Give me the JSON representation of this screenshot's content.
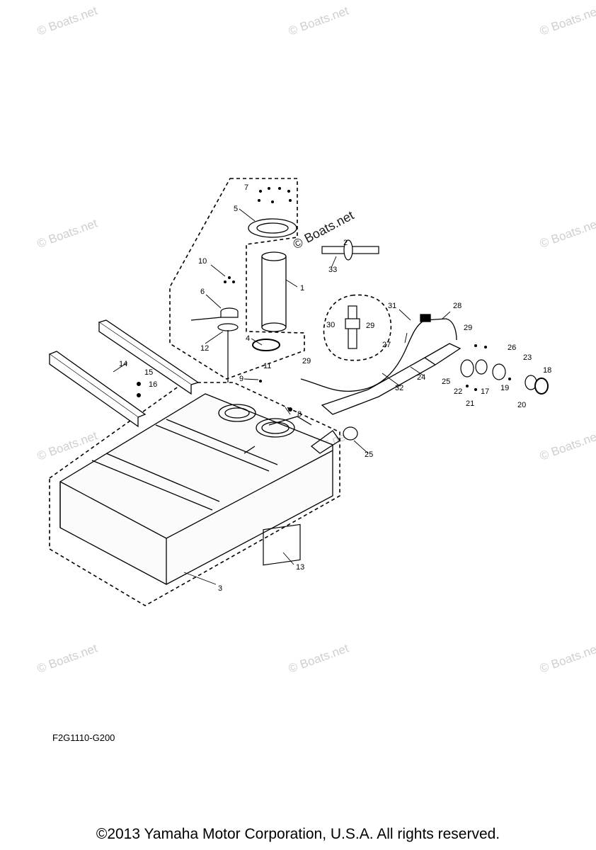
{
  "watermark": "© Boats.net",
  "part_labels": [
    "1",
    "2",
    "3",
    "4",
    "5",
    "6",
    "7",
    "8",
    "9",
    "10",
    "11",
    "12",
    "13",
    "14",
    "15",
    "16",
    "17",
    "18",
    "19",
    "20",
    "21",
    "22",
    "23",
    "24",
    "25",
    "26",
    "27",
    "28",
    "29",
    "30",
    "31",
    "32",
    "33"
  ],
  "diagram_code": "F2G1110-G200",
  "copyright": "©2013 Yamaha Motor Corporation, U.S.A. All rights reserved."
}
